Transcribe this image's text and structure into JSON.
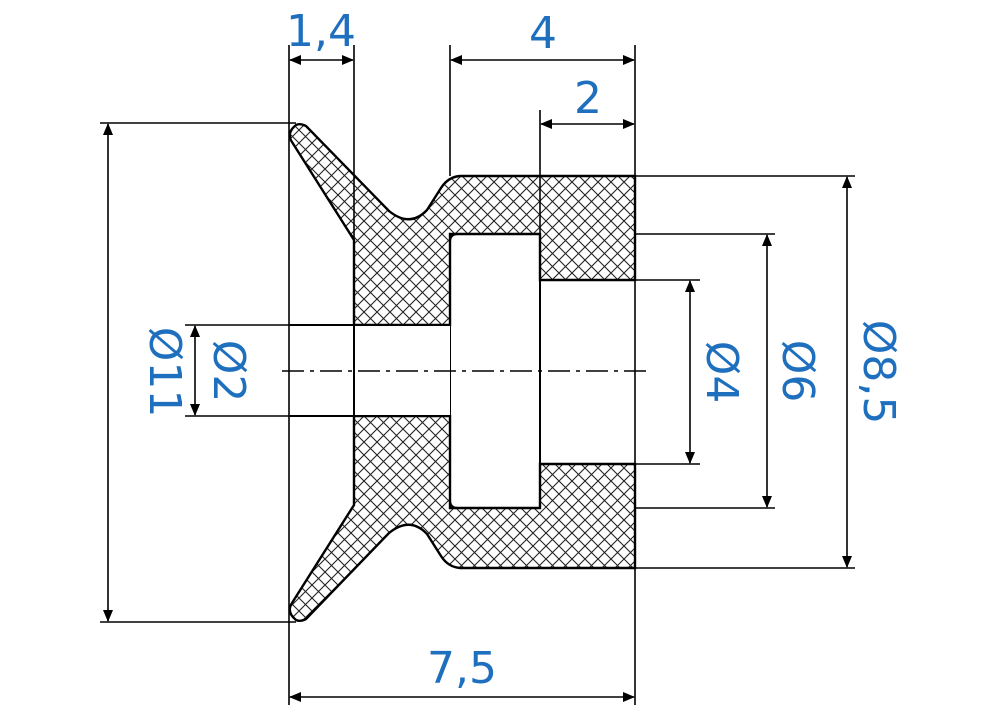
{
  "dimensions": {
    "flange_thickness": "1,4",
    "cup_depth": "4",
    "inner_step": "2",
    "diameter_11": "Ø11",
    "diameter_2": "Ø2",
    "diameter_4": "Ø4",
    "diameter_6": "Ø6",
    "diameter_8_5": "Ø8,5",
    "overall_length": "7,5"
  },
  "colors": {
    "dimension_text": "#1f6fbf",
    "lines": "#000000"
  }
}
